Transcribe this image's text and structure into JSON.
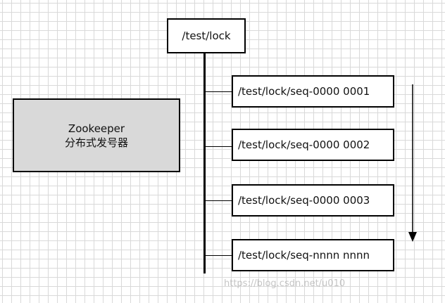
{
  "root": {
    "label": "/test/lock"
  },
  "children": [
    {
      "label": "/test/lock/seq-0000 0001"
    },
    {
      "label": "/test/lock/seq-0000 0002"
    },
    {
      "label": "/test/lock/seq-0000 0003"
    },
    {
      "label": "/test/lock/seq-nnnn nnnn"
    }
  ],
  "generator": {
    "title": "Zookeeper",
    "subtitle": "分布式发号器",
    "fill_color": "#d9d9d9"
  },
  "arrow": {
    "icon": "arrow-down-icon",
    "color": "#000000"
  },
  "watermark": {
    "text": "https://blog.csdn.net/u010"
  }
}
